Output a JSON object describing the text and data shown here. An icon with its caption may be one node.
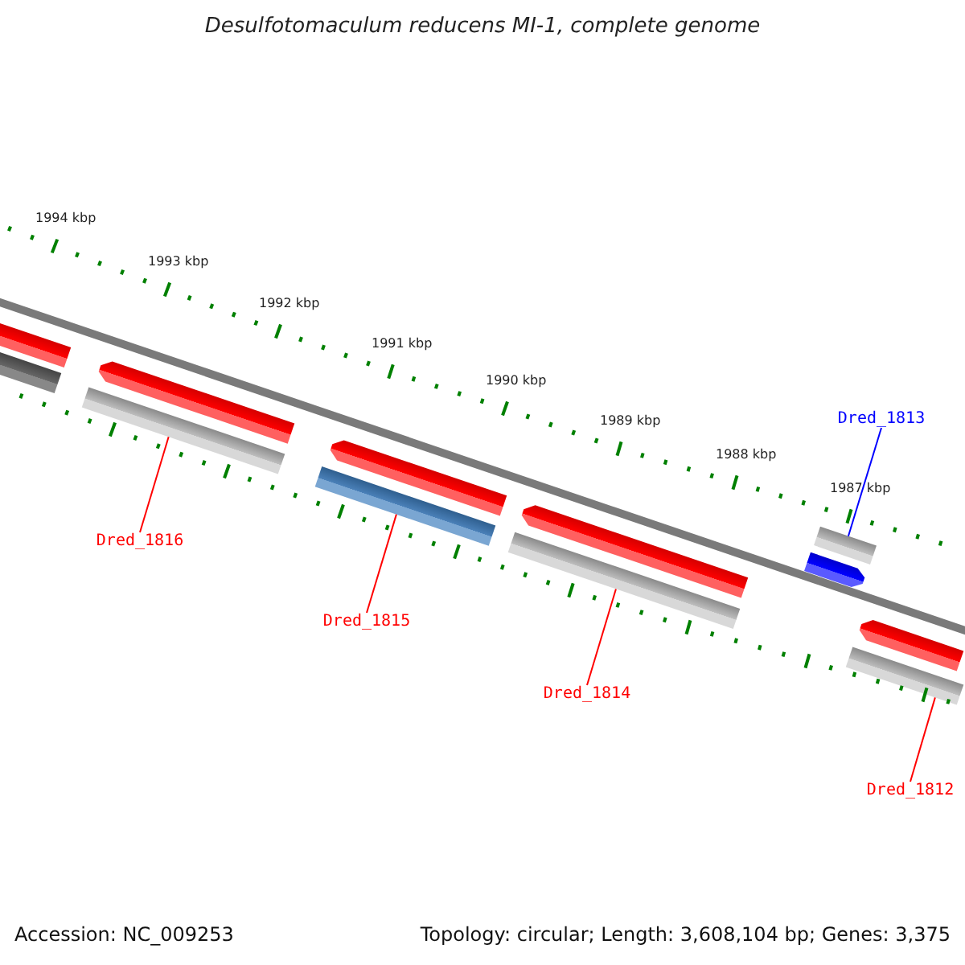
{
  "diagram": {
    "title": "Desulfotomaculum reducens MI-1, complete genome",
    "nodes": [
      {
        "text": [
          "Dred_1813"
        ]
      },
      {
        "text": [],
        "shape": "bar"
      },
      {
        "text": [],
        "shape": "bar"
      },
      {
        "text": [
          "Dred_1816"
        ]
      },
      {
        "text": [],
        "shape": "bar"
      },
      {
        "text": [
          "Dred_1815"
        ]
      },
      {
        "text": [],
        "shape": "bar"
      },
      {
        "text": [
          "Dred_1814"
        ]
      },
      {
        "text": [],
        "shape": "bar"
      },
      {
        "text": [
          "Dred_1812"
        ]
      },
      {
        "text": [],
        "shape": "arrow"
      },
      {
        "text": [],
        "shape": "arrow"
      },
      {
        "text": [],
        "shape": "arrow"
      },
      {
        "text": [],
        "shape": "arrow"
      },
      {
        "text": [],
        "shape": "arrow"
      },
      {
        "text": [],
        "shape": "bar"
      },
      {
        "text": [],
        "shape": "arrow"
      }
    ],
    "edges": [
      {
        "from": 0,
        "to": 1,
        "arrow": "none",
        "color": "#0000ff"
      },
      {
        "from": 3,
        "to": 2,
        "arrow": "none"
      },
      {
        "from": 5,
        "to": 4,
        "arrow": "none"
      },
      {
        "from": 7,
        "to": 6,
        "arrow": "none"
      },
      {
        "from": 9,
        "to": 8,
        "arrow": "none"
      }
    ],
    "labels": [
      "1994 kbp",
      "1993 kbp",
      "1992 kbp",
      "1991 kbp",
      "1990 kbp",
      "1989 kbp",
      "1988 kbp",
      "1987 kbp",
      "Accession: NC_009253",
      "Topology: circular; Length: 3,608,104 bp; Genes: 3,375"
    ]
  }
}
